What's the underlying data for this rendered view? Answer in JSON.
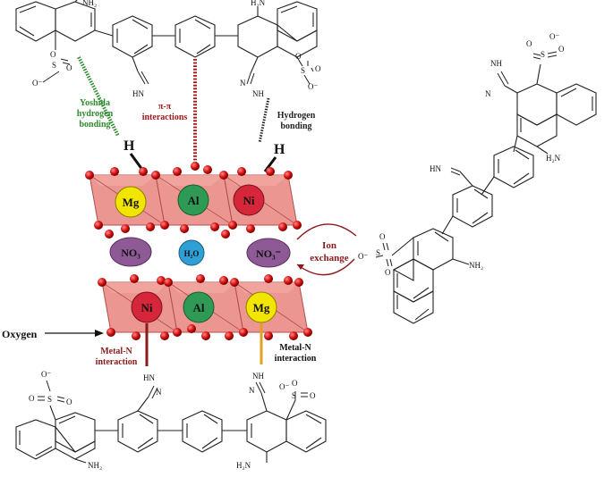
{
  "labels": {
    "yoshida": [
      "Yoshida",
      "hydrogen",
      "bonding"
    ],
    "pi_pi": [
      "π-π",
      "interactions"
    ],
    "hydrogen_bonding": [
      "Hydrogen",
      "bonding"
    ],
    "ion_exchange": [
      "Ion",
      "exchange"
    ],
    "oxygen": "Oxygen",
    "metal_n_left": [
      "Metal-N",
      "interaction"
    ],
    "metal_n_right": [
      "Metal-N",
      "interaction"
    ]
  },
  "atoms": {
    "H": "H",
    "Mg": "Mg",
    "Al": "Al",
    "Ni": "Ni",
    "NO3": "NO₃⁻",
    "NO3_plain": "NO₃",
    "H2O": "H₂O"
  },
  "chem_text": {
    "NH2": "NH₂",
    "H2N": "H₂N",
    "sulfonate": "S",
    "O": "O",
    "O_minus": "O⁻",
    "HN_N": "HN",
    "N": "N",
    "NH": "NH"
  },
  "colors": {
    "yoshida": "#2e8b2e",
    "pi_pi": "#a31818",
    "metal_n_left": "#8b1a1a",
    "metal_n_right": "#e0a020",
    "mg": "#f2e600",
    "al": "#2e9a55",
    "ni": "#d6263a",
    "nitrate": "#8e5a96",
    "water": "#2f9fd6",
    "octahedra": "#e8847e"
  }
}
